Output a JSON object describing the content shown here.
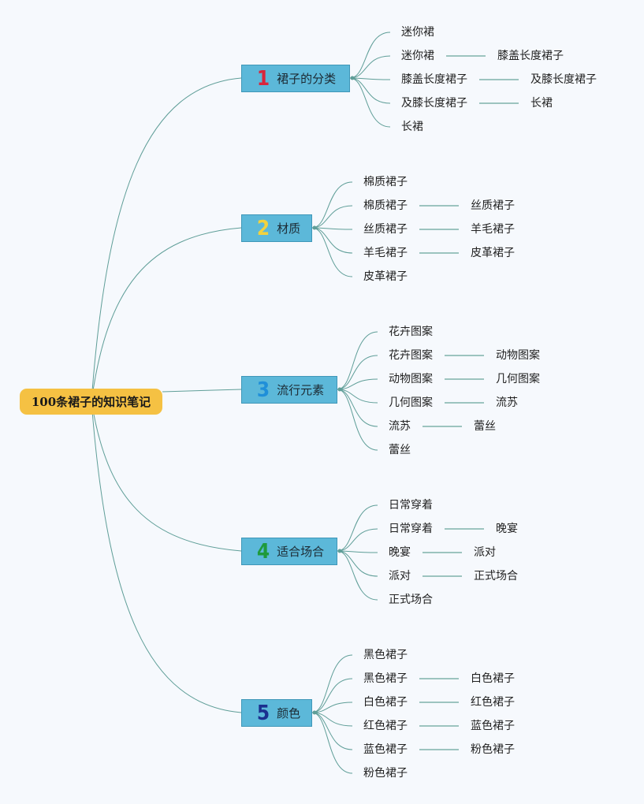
{
  "root": {
    "title": "100条裙子的知识笔记",
    "color": "#f5c143"
  },
  "colors": {
    "branch_fill": "#5cb8d9",
    "link": "#5f9e98",
    "link_straight": "#9cc4bf",
    "background": "#f6f9fd"
  },
  "branches": [
    {
      "number": "1",
      "number_color": "#d9253b",
      "label": "裙子的分类",
      "children": [
        {
          "text": "迷你裙"
        },
        {
          "text": "迷你裙",
          "next": "膝盖长度裙子"
        },
        {
          "text": "膝盖长度裙子",
          "next": "及膝长度裙子"
        },
        {
          "text": "及膝长度裙子",
          "next": "长裙"
        },
        {
          "text": "长裙"
        }
      ]
    },
    {
      "number": "2",
      "number_color": "#f2d23e",
      "label": "材质",
      "children": [
        {
          "text": "棉质裙子"
        },
        {
          "text": "棉质裙子",
          "next": "丝质裙子"
        },
        {
          "text": "丝质裙子",
          "next": "羊毛裙子"
        },
        {
          "text": "羊毛裙子",
          "next": "皮革裙子"
        },
        {
          "text": "皮革裙子"
        }
      ]
    },
    {
      "number": "3",
      "number_color": "#1f8fd9",
      "label": "流行元素",
      "children": [
        {
          "text": "花卉图案"
        },
        {
          "text": "花卉图案",
          "next": "动物图案"
        },
        {
          "text": "动物图案",
          "next": "几何图案"
        },
        {
          "text": "几何图案",
          "next": "流苏"
        },
        {
          "text": "流苏",
          "next": "蕾丝"
        },
        {
          "text": "蕾丝"
        }
      ]
    },
    {
      "number": "4",
      "number_color": "#1f9a3c",
      "label": "适合场合",
      "children": [
        {
          "text": "日常穿着"
        },
        {
          "text": "日常穿着",
          "next": "晚宴"
        },
        {
          "text": "晚宴",
          "next": "派对"
        },
        {
          "text": "派对",
          "next": "正式场合"
        },
        {
          "text": "正式场合"
        }
      ]
    },
    {
      "number": "5",
      "number_color": "#1b2f8f",
      "label": "颜色",
      "children": [
        {
          "text": "黑色裙子"
        },
        {
          "text": "黑色裙子",
          "next": "白色裙子"
        },
        {
          "text": "白色裙子",
          "next": "红色裙子"
        },
        {
          "text": "红色裙子",
          "next": "蓝色裙子"
        },
        {
          "text": "蓝色裙子",
          "next": "粉色裙子"
        },
        {
          "text": "粉色裙子"
        }
      ]
    }
  ]
}
